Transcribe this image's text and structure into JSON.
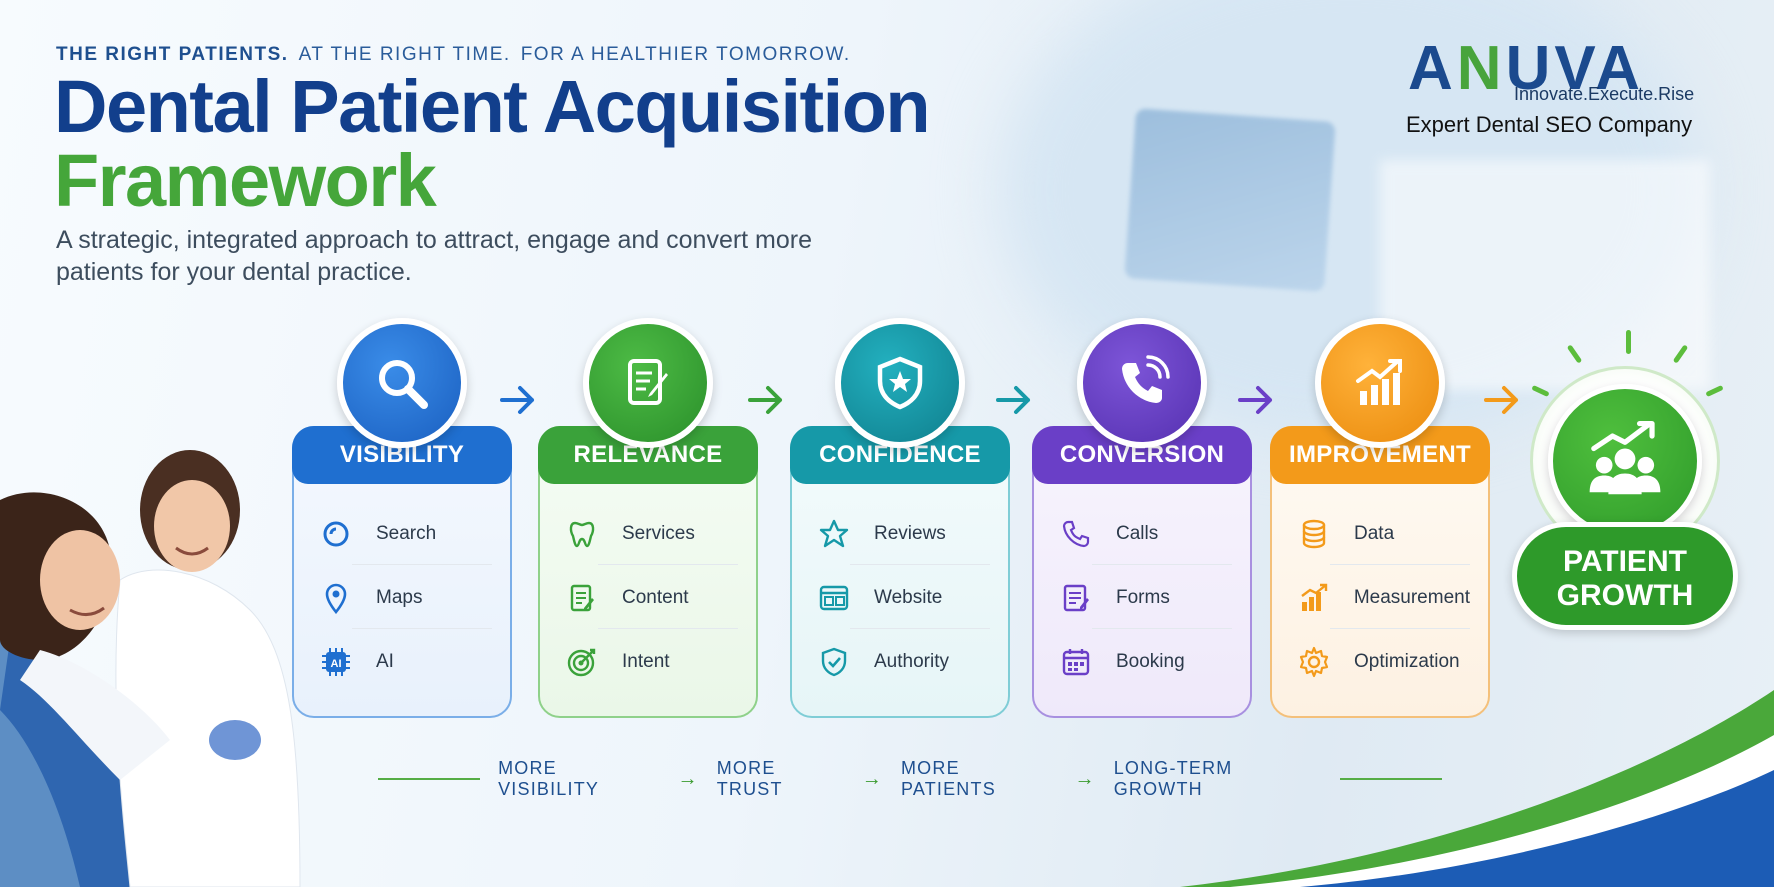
{
  "header": {
    "tagline": [
      "THE RIGHT PATIENTS.",
      "AT THE RIGHT TIME.",
      "FOR A HEALTHIER TOMORROW."
    ],
    "title_line1": "Dental Patient Acquisition",
    "title_line2": "Framework",
    "subtitle": "A strategic, integrated approach to attract, engage and convert more patients for your dental practice."
  },
  "logo": {
    "wordmark_a": "A",
    "wordmark_n": "N",
    "wordmark_rest": "UVA",
    "slogan": "Innovate.Execute.Rise",
    "tagline": "Expert Dental SEO Company"
  },
  "colors": {
    "blue": "#1f6fd0",
    "green": "#3aa23a",
    "teal": "#1699a8",
    "purple": "#6a3fc7",
    "orange": "#f39a1a",
    "navy": "#123f8c"
  },
  "stages": [
    {
      "title": "VISIBILITY",
      "icon": "search-icon",
      "items": [
        {
          "label": "Search",
          "icon": "search-ring-icon"
        },
        {
          "label": "Maps",
          "icon": "map-pin-icon"
        },
        {
          "label": "AI",
          "icon": "ai-chip-icon"
        }
      ]
    },
    {
      "title": "RELEVANCE",
      "icon": "document-edit-icon",
      "items": [
        {
          "label": "Services",
          "icon": "tooth-icon"
        },
        {
          "label": "Content",
          "icon": "content-doc-icon"
        },
        {
          "label": "Intent",
          "icon": "target-icon"
        }
      ]
    },
    {
      "title": "CONFIDENCE",
      "icon": "shield-star-icon",
      "items": [
        {
          "label": "Reviews",
          "icon": "star-icon"
        },
        {
          "label": "Website",
          "icon": "browser-icon"
        },
        {
          "label": "Authority",
          "icon": "shield-check-icon"
        }
      ]
    },
    {
      "title": "CONVERSION",
      "icon": "phone-call-icon",
      "items": [
        {
          "label": "Calls",
          "icon": "phone-icon"
        },
        {
          "label": "Forms",
          "icon": "form-icon"
        },
        {
          "label": "Booking",
          "icon": "calendar-icon"
        }
      ]
    },
    {
      "title": "IMPROVEMENT",
      "icon": "bar-chart-up-icon",
      "items": [
        {
          "label": "Data",
          "icon": "database-icon"
        },
        {
          "label": "Measurement",
          "icon": "chart-icon"
        },
        {
          "label": "Optimization",
          "icon": "gear-icon"
        }
      ]
    }
  ],
  "outcome": {
    "line1": "PATIENT",
    "line2": "GROWTH",
    "icon": "group-growth-icon"
  },
  "flow": [
    "MORE VISIBILITY",
    "MORE TRUST",
    "MORE PATIENTS",
    "LONG-TERM GROWTH"
  ]
}
